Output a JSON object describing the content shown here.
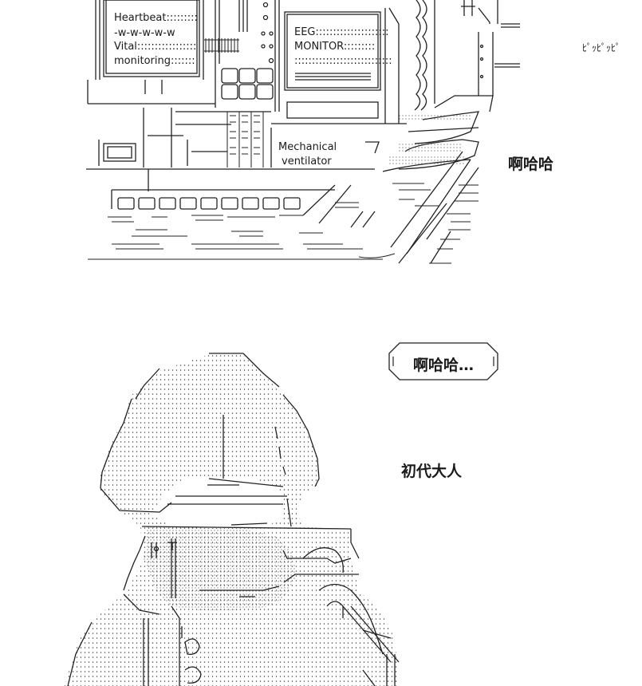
{
  "monitor_left": {
    "line1": "Heartbeat:::::::::",
    "line2": "-w-w-w-w-w",
    "line3": "Vital:::::::::::::::::",
    "line4": "monitoring:::::::"
  },
  "monitor_right": {
    "line1": "EEG:::::::::::::::::::::",
    "line2": "MONITOR:::::::::",
    "line3": "::::::::::::::::::::::::::::"
  },
  "ventilator": {
    "line1": "Mechanical",
    "line2": "ventilator"
  },
  "sfx_beep": "ﾋﾟｯﾋﾟｯﾋﾟ",
  "speech_top": "啊哈哈",
  "bubble_text": "啊哈哈…",
  "speech_name": "初代大人"
}
